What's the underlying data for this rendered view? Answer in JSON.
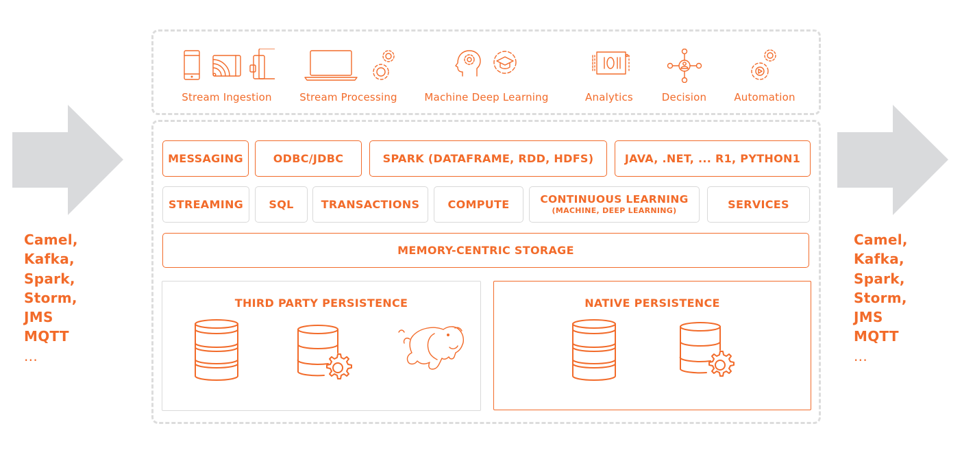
{
  "colors": {
    "accent": "#f26b2a",
    "arrow": "#d9dadc",
    "dashed_border": "#dcdcdc",
    "grey_border": "#d9d9d9"
  },
  "capabilities": [
    {
      "label": "Stream Ingestion",
      "icon": "devices-icon"
    },
    {
      "label": "Stream Processing",
      "icon": "laptop-gears-icon"
    },
    {
      "label": "Machine Deep Learning",
      "icon": "brain-head-graduation-gear-icon"
    },
    {
      "label": "Analytics",
      "icon": "binary-data-icon"
    },
    {
      "label": "Decision",
      "icon": "decision-network-icon"
    },
    {
      "label": "Automation",
      "icon": "automation-gears-icon"
    }
  ],
  "apis_row": [
    {
      "label": "MESSAGING"
    },
    {
      "label": "ODBC/JDBC"
    },
    {
      "label": "SPARK (DATAFRAME, RDD, HDFS)"
    },
    {
      "label": "JAVA, .NET, ... R1, PYTHON1"
    }
  ],
  "features_row": [
    {
      "label": "STREAMING"
    },
    {
      "label": "SQL"
    },
    {
      "label": "TRANSACTIONS"
    },
    {
      "label": "COMPUTE"
    },
    {
      "label": "CONTINUOUS LEARNING",
      "sublabel": "(MACHINE, DEEP LEARNING)"
    },
    {
      "label": "SERVICES"
    }
  ],
  "storage": {
    "label": "MEMORY-CENTRIC STORAGE"
  },
  "persistence": {
    "third_party": {
      "title": "THIRD PARTY PERSISTENCE",
      "icons": [
        "database-icon",
        "database-gear-icon",
        "hadoop-elephant-icon"
      ]
    },
    "native": {
      "title": "NATIVE PERSISTENCE",
      "icons": [
        "database-icon",
        "database-gear-icon"
      ]
    }
  },
  "left_sources": [
    "Camel,",
    "Kafka,",
    "Spark,",
    "Storm,",
    "JMS",
    "MQTT",
    "..."
  ],
  "right_sinks": [
    "Camel,",
    "Kafka,",
    "Spark,",
    "Storm,",
    "JMS",
    "MQTT",
    "..."
  ]
}
